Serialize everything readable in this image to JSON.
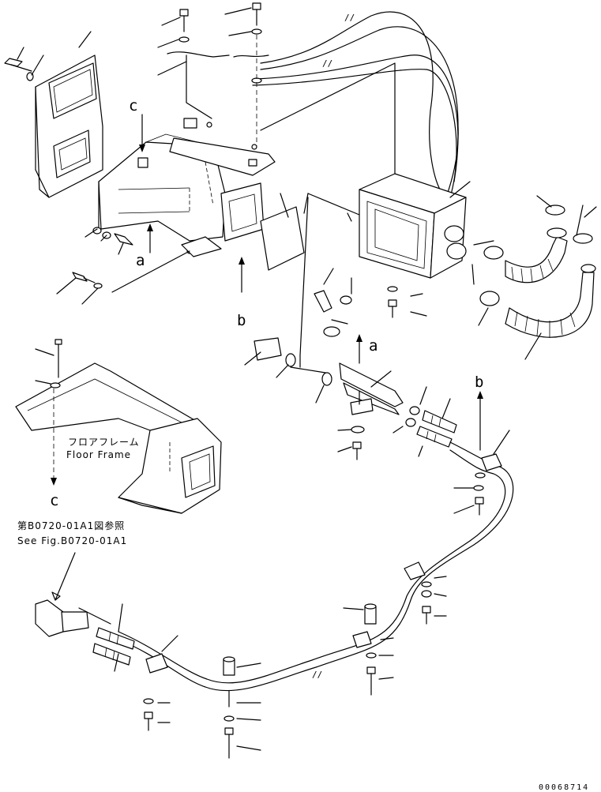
{
  "view_labels": {
    "c_top": "c",
    "c_bottom": "c",
    "a_left": "a",
    "a_right": "a",
    "b_left": "b",
    "b_right": "b"
  },
  "floor_frame": {
    "jp": "フロアフレーム",
    "en": "Floor Frame"
  },
  "reference": {
    "jp": "第B0720-01A1図参照",
    "en": "See Fig.B0720-01A1"
  },
  "drawing_number": "00068714"
}
